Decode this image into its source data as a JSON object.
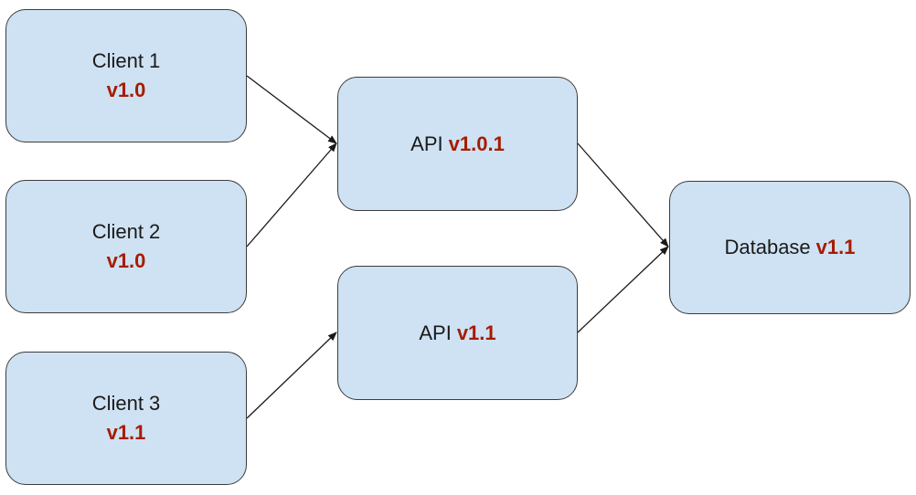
{
  "diagram": {
    "nodes": {
      "client_1": {
        "label": "Client 1",
        "version": "v1.0"
      },
      "client_2": {
        "label": "Client 2",
        "version": "v1.0"
      },
      "client_3": {
        "label": "Client 3",
        "version": "v1.1"
      },
      "api_a": {
        "label": "API",
        "version": "v1.0.1"
      },
      "api_b": {
        "label": "API",
        "version": "v1.1"
      },
      "database": {
        "label": "Database",
        "version": "v1.1"
      }
    },
    "edges": [
      {
        "from": "client_1",
        "to": "api_a"
      },
      {
        "from": "client_2",
        "to": "api_a"
      },
      {
        "from": "client_3",
        "to": "api_b"
      },
      {
        "from": "api_a",
        "to": "database"
      },
      {
        "from": "api_b",
        "to": "database"
      }
    ],
    "colors": {
      "node_fill": "#cfe2f3",
      "node_border": "#3c3c3c",
      "version_text": "#a61c00",
      "label_text": "#1a1a1a",
      "edge": "#1a1a1a"
    }
  }
}
